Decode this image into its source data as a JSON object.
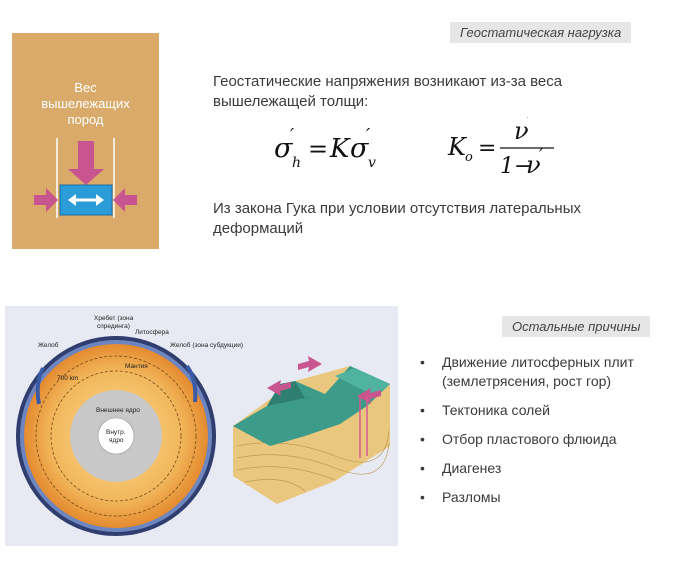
{
  "top_slide": {
    "tag": "Геостатическая нагрузка",
    "intro_text": "Геостатические напряжения возникают из-за веса вышележащей толщи:",
    "hooke_text": "Из закона Гука при условии отсутствия латеральных деформаций",
    "figure_label_lines": [
      "Вес",
      "вышележащих",
      "пород"
    ],
    "box_color": "#d9aa6a",
    "arrow_color": "#c8558f",
    "element_color": "#2b9cd8"
  },
  "bottom_slide": {
    "tag": "Остальные причины",
    "bullets": [
      "Движение литосферных плит (землетрясения, рост гор)",
      "Тектоника солей",
      "Отбор пластового флюида",
      "Диагенез",
      "Разломы"
    ],
    "earth_labels": {
      "ridge": [
        "Хребет (зона",
        "спрединга)"
      ],
      "lithosphere": "Литосфера",
      "trench_left": "Желоб",
      "trench_right": "Желоб (зона субдукции)",
      "depth": "700 km",
      "mantle": "Мантия",
      "outer_core": "Внешнее ядро",
      "inner_core": [
        "Внутр.",
        "ядро"
      ]
    }
  }
}
